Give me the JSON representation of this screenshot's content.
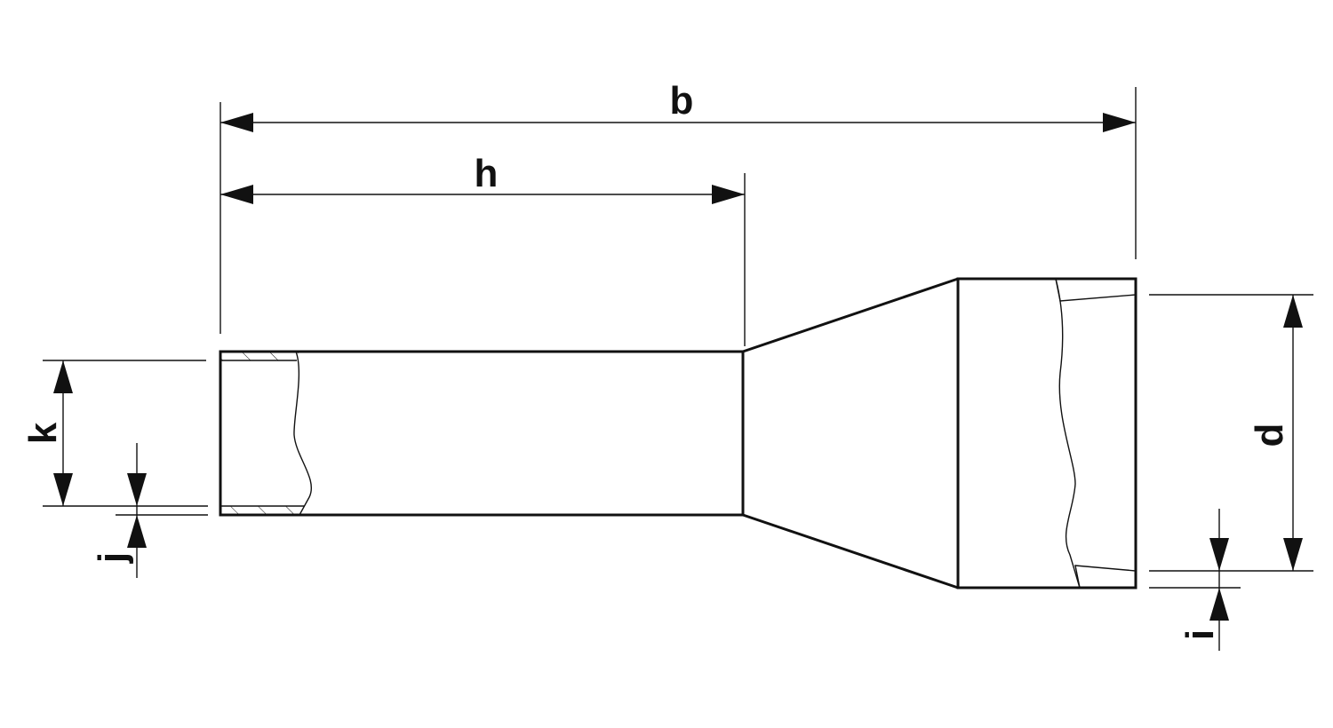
{
  "diagram": {
    "labels": {
      "b": "b",
      "h": "h",
      "k": "k",
      "j": "j",
      "d": "d",
      "i": "i"
    },
    "line_color": "#111111"
  }
}
